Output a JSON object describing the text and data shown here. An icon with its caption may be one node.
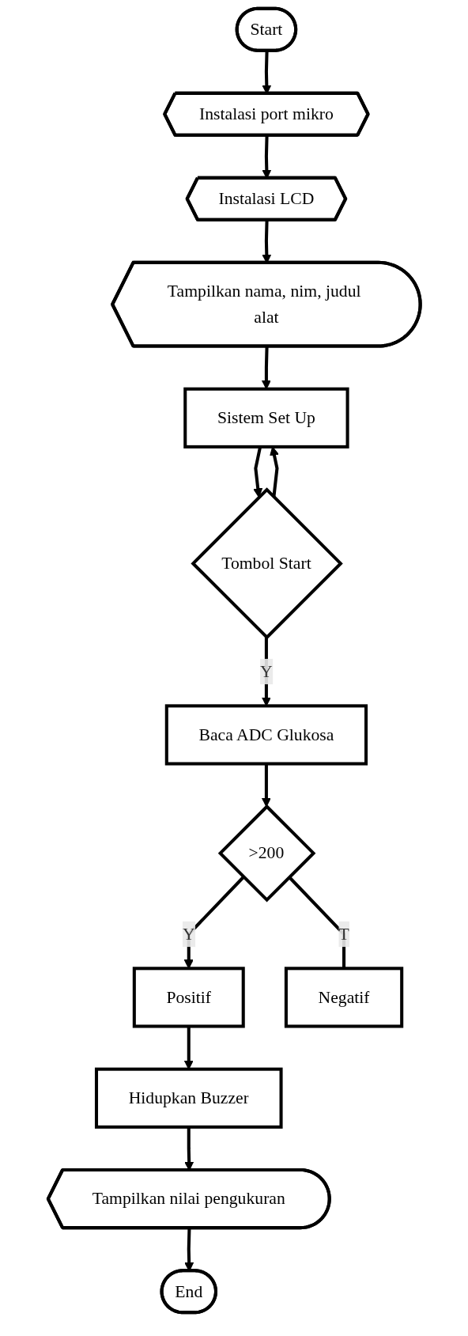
{
  "diagram": {
    "nodes": [
      {
        "text": [
          "Start"
        ]
      },
      {
        "text": [
          "Instalasi port mikro"
        ]
      },
      {
        "text": [
          "Instalasi LCD"
        ]
      },
      {
        "text": [
          "Tampilkan nama, nim, judul alat"
        ]
      },
      {
        "text": [
          "Sistem Set Up"
        ]
      },
      {
        "text": [
          "Tombol Start"
        ]
      },
      {
        "text": [
          "Baca ADC Glukosa"
        ]
      },
      {
        "text": [
          ">200"
        ]
      },
      {
        "text": [
          "Positif"
        ]
      },
      {
        "text": [
          "Negatif"
        ]
      },
      {
        "text": [
          "Hidupkan Buzzer"
        ]
      },
      {
        "text": [
          "Tampilkan nilai pengukuran"
        ]
      },
      {
        "text": [
          "End"
        ]
      }
    ],
    "edges": [
      {
        "from": 0,
        "to": 1,
        "arrow": "to"
      },
      {
        "from": 1,
        "to": 2,
        "arrow": "to"
      },
      {
        "from": 2,
        "to": 3,
        "arrow": "to"
      },
      {
        "from": 3,
        "to": 4,
        "arrow": "to"
      },
      {
        "from": 4,
        "to": 5,
        "arrow": "to"
      },
      {
        "from": 5,
        "to": 4,
        "arrow": "to"
      },
      {
        "from": 5,
        "to": 6,
        "arrow": "to",
        "label": "Y"
      },
      {
        "from": 6,
        "to": 7,
        "arrow": "to"
      },
      {
        "from": 7,
        "to": 8,
        "arrow": "to",
        "label": "Y"
      },
      {
        "from": 7,
        "to": 9,
        "arrow": "none",
        "label": "T"
      },
      {
        "from": 8,
        "to": 10,
        "arrow": "to"
      },
      {
        "from": 10,
        "to": 11,
        "arrow": "to"
      },
      {
        "from": 11,
        "to": 12,
        "arrow": "to"
      }
    ]
  }
}
